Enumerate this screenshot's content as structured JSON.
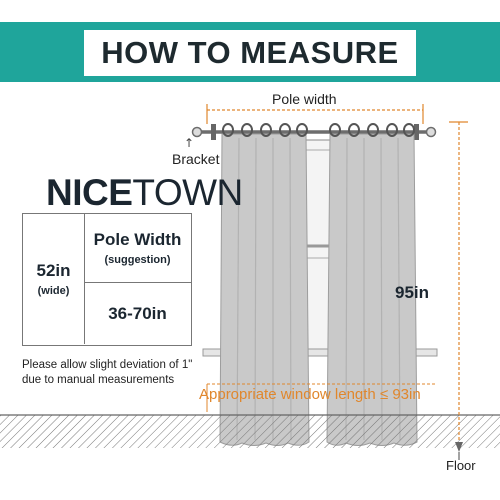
{
  "header": {
    "title": "HOW TO MEASURE"
  },
  "diagram": {
    "pole_width_label": "Pole width",
    "bracket_label": "Bracket",
    "height_label": "95in",
    "window_length_label": "Appropriate window length ≤ 93in",
    "floor_label": "Floor"
  },
  "brand": {
    "part1": "NICE",
    "part2": "TOWN"
  },
  "spec_table": {
    "width_value": "52in",
    "width_caption": "(wide)",
    "pole_header": "Pole Width",
    "pole_caption": "(suggestion)",
    "pole_range": "36-70in"
  },
  "note": {
    "line1": "Please allow slight deviation of 1\"",
    "line2": "due to manual measurements"
  },
  "colors": {
    "accent_teal": "#1fa59b",
    "measure_orange": "#e0872d",
    "curtain_gray": "#c9c9c9"
  },
  "icons": {
    "bracket_arrow": "up-arrow-icon"
  }
}
